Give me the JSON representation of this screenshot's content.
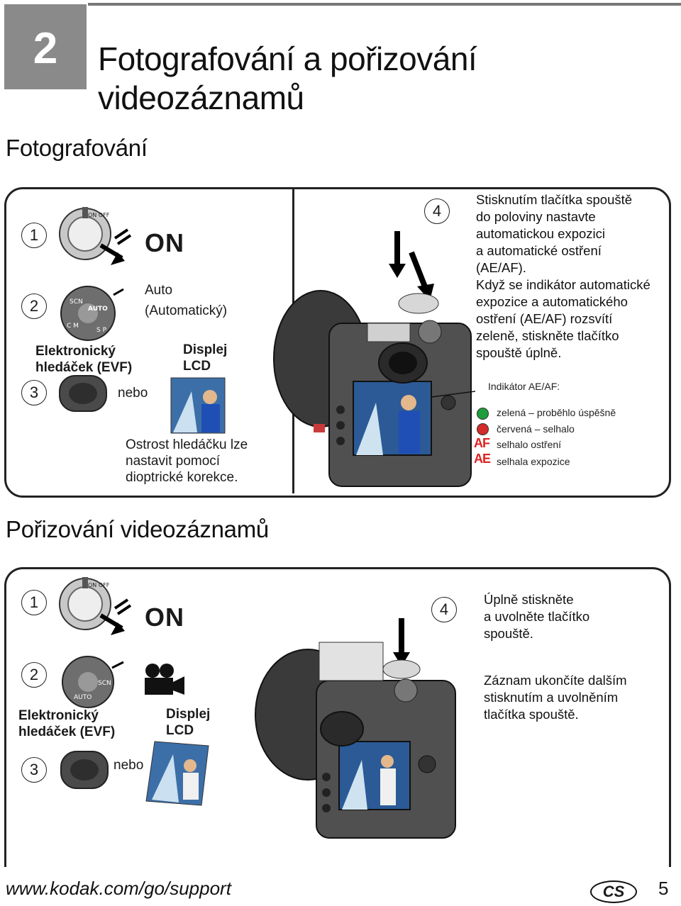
{
  "chapter_number": "2",
  "title_line1": "Fotografování a pořizování",
  "title_line2": "videozáznamů",
  "photo": {
    "section_title": "Fotografování",
    "step1_num": "1",
    "step1_on": "ON",
    "step2_num": "2",
    "step2_mode_line1": "Auto",
    "step2_mode_line2": "(Automatický)",
    "evf_line1": "Elektronický",
    "evf_line2": "hledáček (EVF)",
    "lcd_line1": "Displej",
    "lcd_line2": "LCD",
    "step3_num": "3",
    "nebo": "nebo",
    "diopter_line1": "Ostrost hledáčku lze",
    "diopter_line2": "nastavit pomocí",
    "diopter_line3": "dioptrické korekce.",
    "step4_num": "4",
    "step4_lines": [
      "Stisknutím tlačítka spouště",
      "do poloviny nastavte",
      "automatickou expozici",
      "a automatické ostření",
      "(AE/AF).",
      "Když se indikátor automatické",
      "expozice a automatického",
      "ostření (AE/AF) rozsvítí",
      "zeleně, stiskněte tlačítko",
      "spouště  úplně."
    ],
    "indicator_title": "Indikátor AE/AF:",
    "ind_green": "zelená – proběhlo úspěšně",
    "ind_red": "červená – selhalo",
    "ind_af_label": "AF",
    "ind_af": "selhalo ostření",
    "ind_ae_label": "AE",
    "ind_ae": "selhala expozice",
    "color_green": "#1e9e3a",
    "color_red": "#d42a2a"
  },
  "video": {
    "section_title": "Pořizování videozáznamů",
    "step1_num": "1",
    "step1_on": "ON",
    "step2_num": "2",
    "evf_line1": "Elektronický",
    "evf_line2": "hledáček (EVF)",
    "lcd_line1": "Displej",
    "lcd_line2": "LCD",
    "step3_num": "3",
    "nebo": "nebo",
    "step4_num": "4",
    "step4_lines": [
      "Úplně stiskněte",
      "a uvolněte tlačítko",
      "spouště."
    ],
    "stop_lines": [
      "Záznam ukončíte dalším",
      "stisknutím a uvolněním",
      "tlačítka spouště."
    ]
  },
  "footer": {
    "url": "www.kodak.com/go/support",
    "lang_badge": "CS",
    "page_number": "5"
  }
}
